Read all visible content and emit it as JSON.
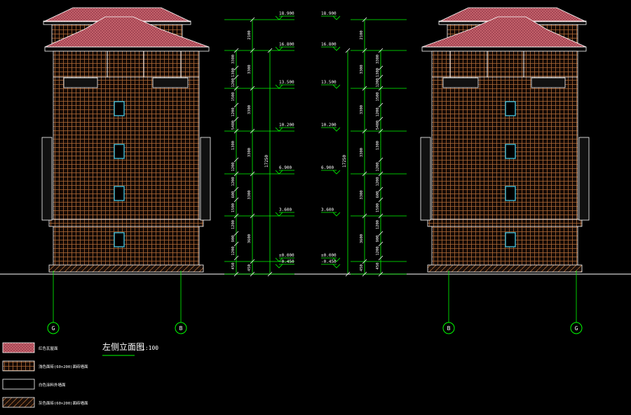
{
  "drawing": {
    "title": "左侧立面图",
    "scale": "1:100",
    "colors": {
      "background": "#000000",
      "wall_outline": "#ffffff",
      "wall_grid": "#b07038",
      "roof": "#c8646e",
      "window": "#40c8e8",
      "dimension": "#00ff00",
      "text": "#ffffff"
    }
  },
  "elevations": [
    {
      "side": "left",
      "levels": [
        "18.900",
        "16.800",
        "13.500",
        "10.200",
        "6.900",
        "3.600",
        "±0.000",
        "-0.450"
      ],
      "floor_dims": [
        "2100",
        "3300",
        "3300",
        "3300",
        "3300",
        "3600",
        "450"
      ],
      "detail_dims": [
        "3300",
        "1300",
        "1200",
        "1500",
        "1200",
        "5400",
        "1300",
        "1200",
        "1200",
        "600",
        "1500",
        "1200",
        "900",
        "1200",
        "450"
      ],
      "total_dim": "17250",
      "axes": [
        "G",
        "B"
      ]
    },
    {
      "side": "right",
      "levels": [
        "18.900",
        "16.800",
        "13.500",
        "10.200",
        "6.900",
        "3.600",
        "±0.000",
        "-0.450"
      ],
      "floor_dims": [
        "2100",
        "3300",
        "3300",
        "3300",
        "3300",
        "3600",
        "450"
      ],
      "detail_dims": [
        "3300",
        "1300",
        "1200",
        "1500",
        "1200",
        "5400",
        "1300",
        "1200",
        "1200",
        "600",
        "1500",
        "1200",
        "900",
        "1200",
        "450"
      ],
      "total_dim": "17250",
      "axes": [
        "B",
        "G"
      ]
    }
  ],
  "legend": [
    {
      "pattern": "roof",
      "label": "红色瓦屋面"
    },
    {
      "pattern": "grid",
      "label": "浅色面砖(60×200)面砖墙面"
    },
    {
      "pattern": "plain",
      "label": "白色涂料外墙面"
    },
    {
      "pattern": "hatch",
      "label": "灰色面砖(60×200)面砖墙面"
    }
  ]
}
